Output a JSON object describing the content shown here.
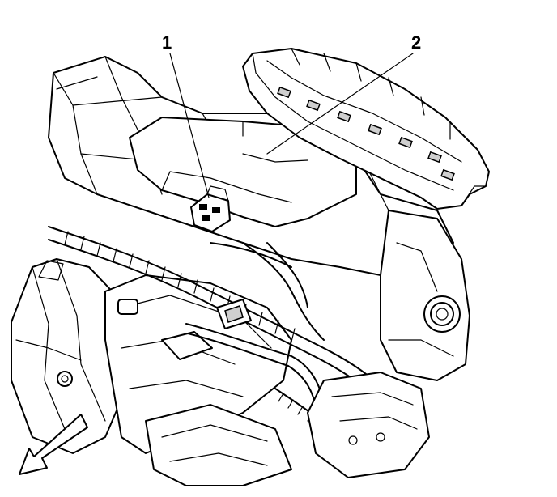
{
  "callouts": [
    {
      "id": "1",
      "text": "1"
    },
    {
      "id": "2",
      "text": "2"
    }
  ],
  "icons": {
    "direction_arrow": "front-direction-arrow-icon"
  },
  "colors": {
    "line": "#000000",
    "background": "#ffffff"
  }
}
